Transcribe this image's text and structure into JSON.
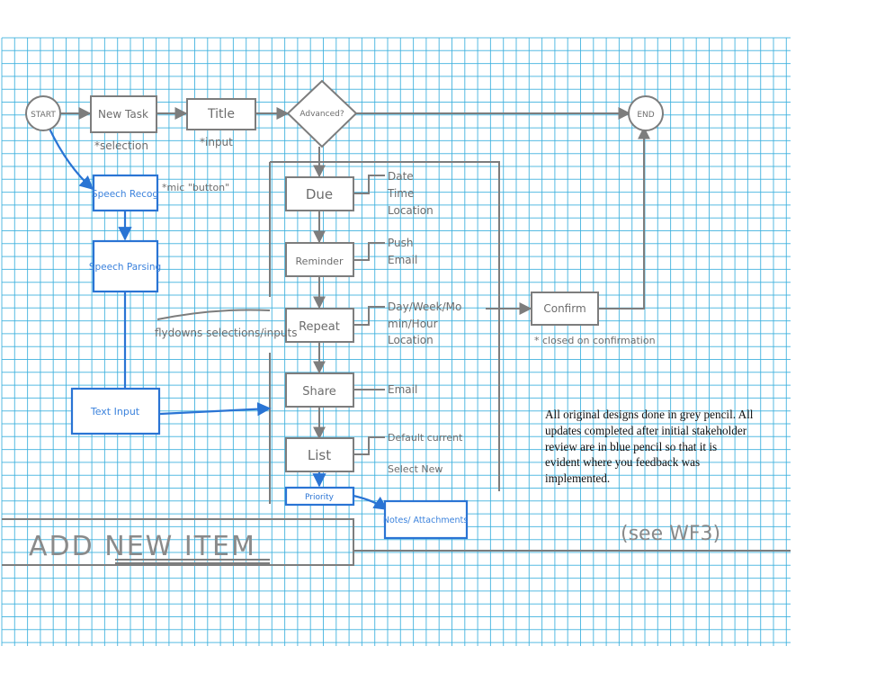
{
  "colors": {
    "grid": "#3ab0dd",
    "pencil_grey": "#7d7d7d",
    "pencil_blue": "#2a74d4",
    "paper": "#ffffff"
  },
  "nodes": {
    "start": "START",
    "end": "END",
    "new_task": "New Task",
    "new_task_note": "*selection",
    "title": "Title",
    "title_note": "*input",
    "advanced": "Advanced?",
    "speech_recog": "Speech Recog",
    "mic_note": "*mic \"button\"",
    "speech_parsing": "Speech Parsing",
    "text_input": "Text Input",
    "due": "Due",
    "reminder": "Reminder",
    "repeat": "Repeat",
    "share": "Share",
    "list": "List",
    "priority": "Priority",
    "notes_attachments": "Notes/ Attachments",
    "confirm": "Confirm",
    "confirm_note": "* closed on confirmation",
    "flydowns_note": "flydowns selections/inputs"
  },
  "options": {
    "due": [
      "Date",
      "Time",
      "Location"
    ],
    "reminder": [
      "Push",
      "Email"
    ],
    "repeat": [
      "Day/Week/Mo",
      "min/Hour",
      "Location"
    ],
    "share": [
      "Email"
    ],
    "list": [
      "Default current",
      "Select New"
    ]
  },
  "footer": {
    "title": "ADD NEW ITEM",
    "see": "(see WF3)"
  },
  "note": "All original designs done in grey pencil. All updates completed after initial stakeholder review are in blue pencil so that it is evident where you feedback was implemented."
}
